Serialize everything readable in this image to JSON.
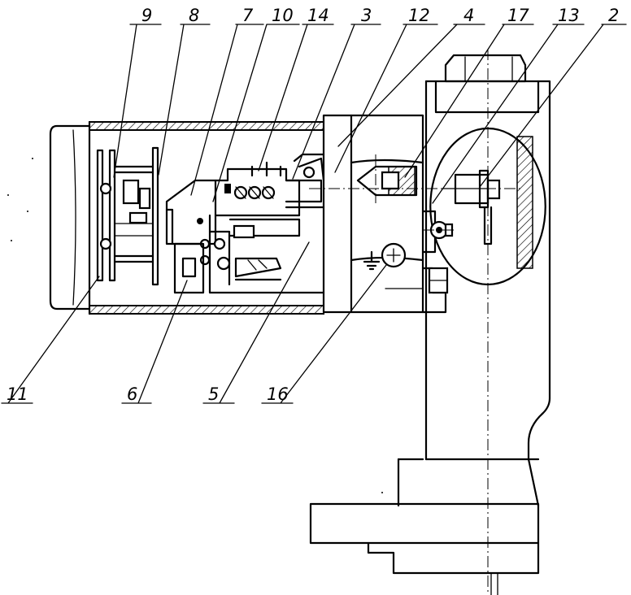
{
  "callouts": [
    {
      "id": "c9",
      "label": "9"
    },
    {
      "id": "c8",
      "label": "8"
    },
    {
      "id": "c7",
      "label": "7"
    },
    {
      "id": "c10",
      "label": "10"
    },
    {
      "id": "c14",
      "label": "14"
    },
    {
      "id": "c3",
      "label": "3"
    },
    {
      "id": "c12",
      "label": "12"
    },
    {
      "id": "c4",
      "label": "4"
    },
    {
      "id": "c17",
      "label": "17"
    },
    {
      "id": "c13",
      "label": "13"
    },
    {
      "id": "c2",
      "label": "2"
    },
    {
      "id": "c11",
      "label": "11"
    },
    {
      "id": "c6",
      "label": "6"
    },
    {
      "id": "c5",
      "label": "5"
    },
    {
      "id": "c16",
      "label": "16"
    }
  ]
}
